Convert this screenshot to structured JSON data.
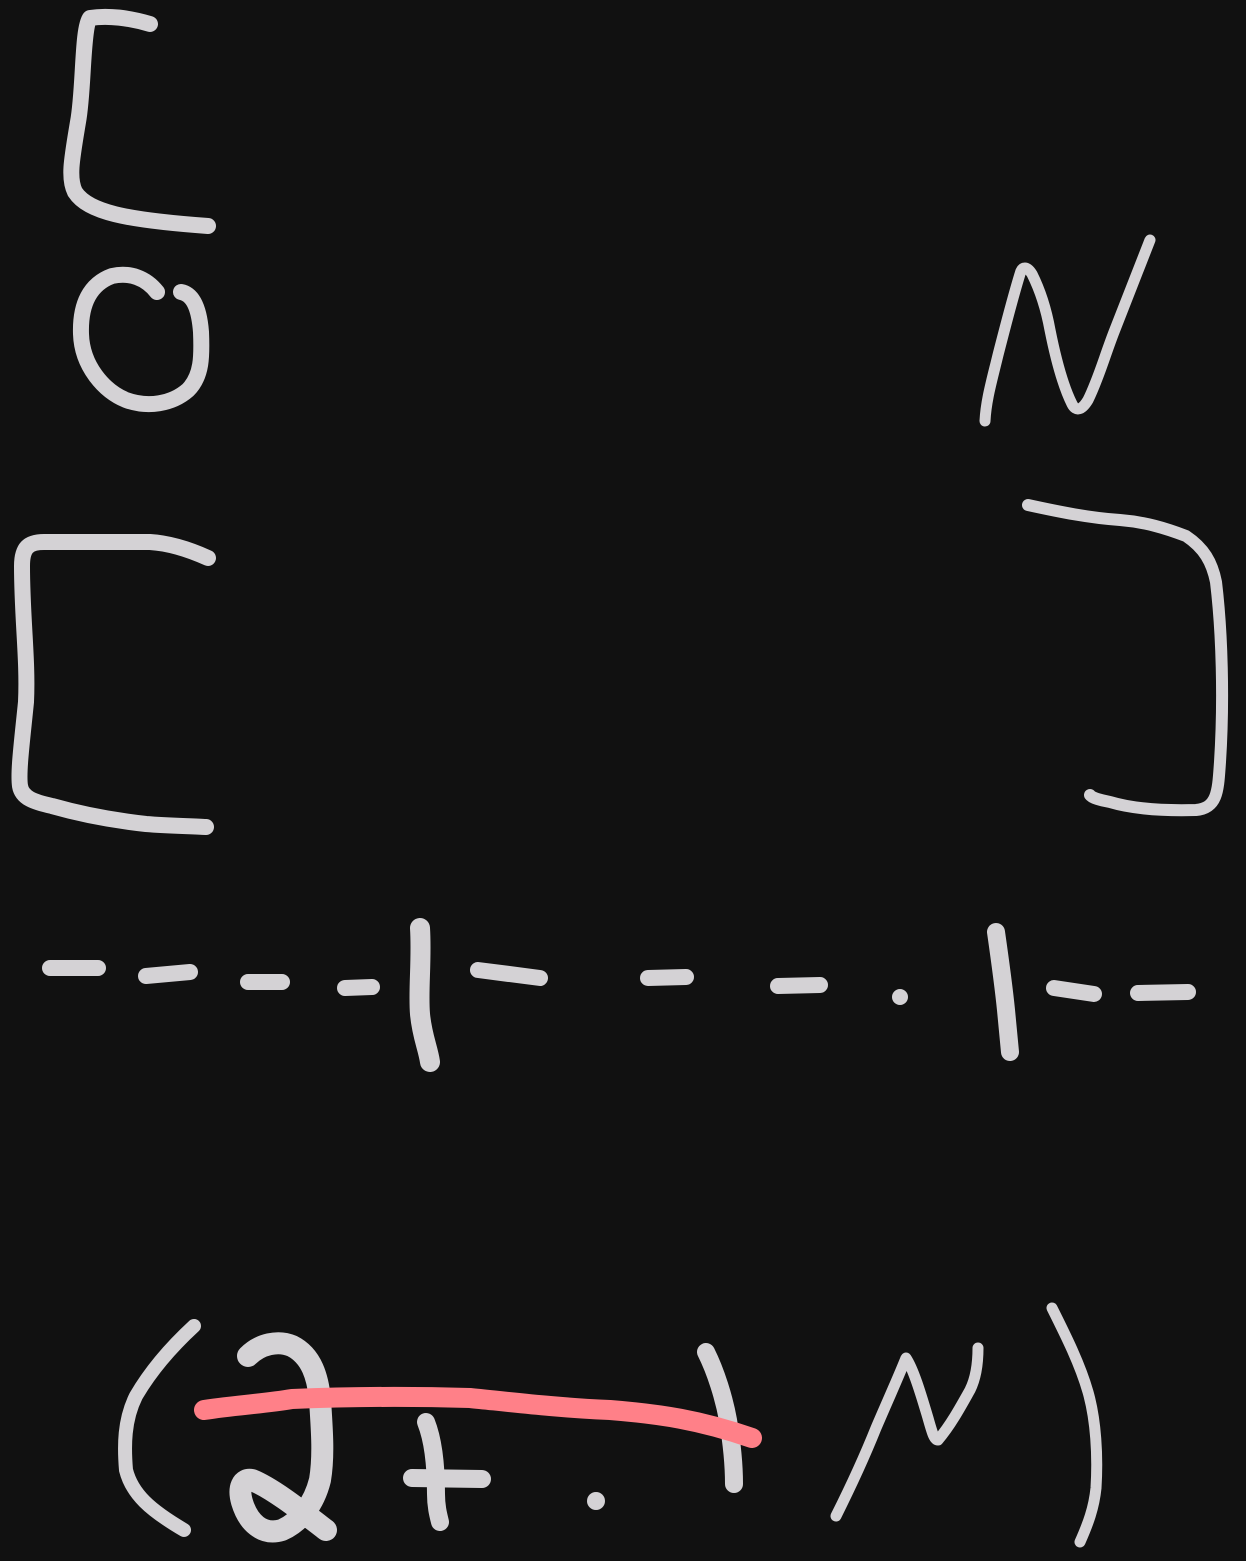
{
  "canvas": {
    "background": "#111111",
    "ink_color": "#d4d2d5",
    "strike_color": "#ff8088"
  },
  "sketch": {
    "top_left_bracket": "[",
    "top_left_digit": "0",
    "top_right_letter": "N",
    "middle_left_bracket": "[",
    "middle_right_bracket": "]",
    "bottom_expression": "(2 + 1 N)"
  }
}
